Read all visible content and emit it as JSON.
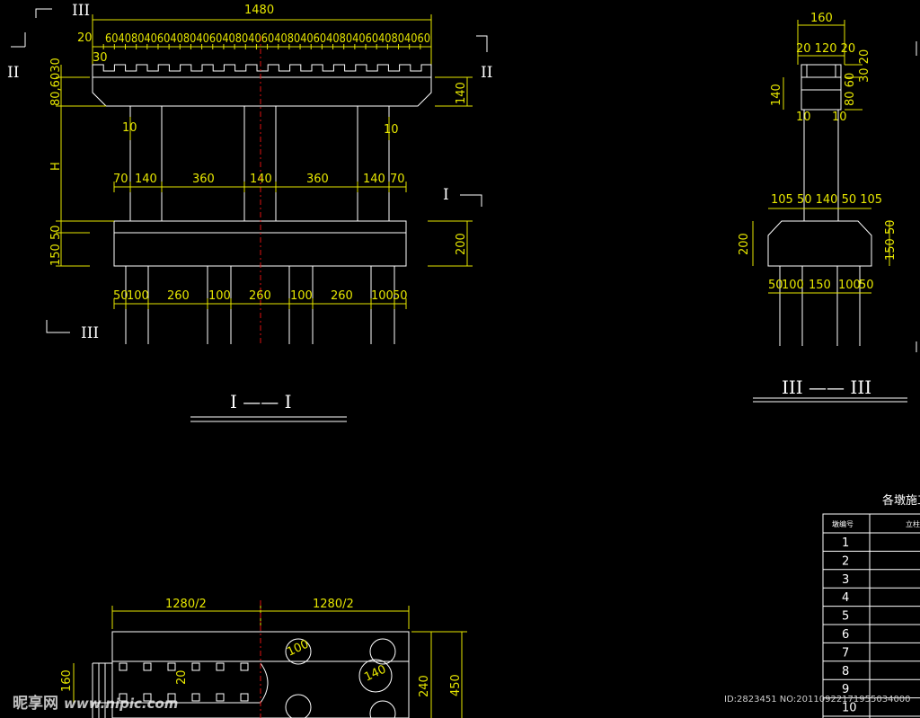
{
  "section_labels": {
    "s1": "I —— I",
    "s3": "III —— III",
    "mark_III": "III",
    "mark_II": "II",
    "mark_I": "I"
  },
  "dimensions": {
    "top_total": "1480",
    "top_small_20": "20",
    "top_small_30": "30",
    "top_seq": "60408040604080406040804060408040604080406040804060",
    "top_end": "20",
    "left_stack_upper": "80,6030",
    "h_label": "H",
    "left_stack_lower": "150 50",
    "cap_height": "140",
    "footing_height": "200",
    "col_gap_left": "10",
    "col_gap_right": "10",
    "row_columns": [
      "70",
      "140",
      "360",
      "140",
      "360",
      "140",
      "70"
    ],
    "row_piles": [
      "50",
      "100",
      "260",
      "100",
      "260",
      "100",
      "260",
      "100",
      "50"
    ],
    "side_top": "160",
    "side_top_split": "20 120 20",
    "side_right_stack": "30 20",
    "side_right_8060": "80 60",
    "side_left_140": "140",
    "side_gap_l": "10",
    "side_gap_r": "10",
    "side_footing_row": "105 50 140 50 105",
    "side_footing_left": "200",
    "side_footing_right": "150 50",
    "side_piles_row": [
      "50",
      "100",
      "150",
      "100",
      "50"
    ],
    "plan_half_l": "1280/2",
    "plan_half_r": "1280/2",
    "plan_left_160": "160",
    "plan_20": "20",
    "plan_100": "100",
    "plan_140": "140",
    "plan_240": "240",
    "plan_450": "450"
  },
  "table": {
    "title": "各墩施工",
    "header": [
      "墩编号",
      "立柱"
    ],
    "rows": [
      "1",
      "2",
      "3",
      "4",
      "5",
      "6",
      "7",
      "8",
      "9",
      "10"
    ]
  },
  "watermark": {
    "brand": "昵享网",
    "url": "www.nipic.com",
    "id_text": "ID:2823451 NO:20110922171955034000"
  }
}
